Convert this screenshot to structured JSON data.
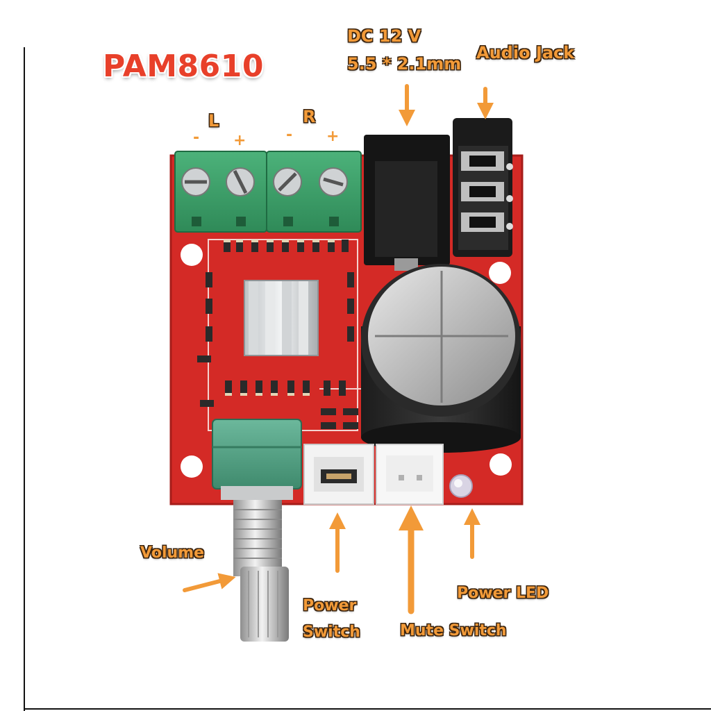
{
  "title": "PAM8610",
  "labels": {
    "dc_line1": "DC 12 V",
    "dc_line2": "5.5 * 2.1mm",
    "audio_jack": "Audio Jack",
    "left_channel": "L",
    "right_channel": "R",
    "l_minus": "-",
    "l_plus": "+",
    "r_minus": "-",
    "r_plus": "+",
    "volume": "Volume",
    "power_switch_line1": "Power",
    "power_switch_line2": "Switch",
    "mute_switch": "Mute Switch",
    "power_led": "Power LED"
  },
  "colors": {
    "pcb": "#d42a26",
    "terminal": "#3fa66e",
    "arrow": "#f29a38",
    "title": "#e8402a",
    "potentiometer": "#5aa58a"
  }
}
